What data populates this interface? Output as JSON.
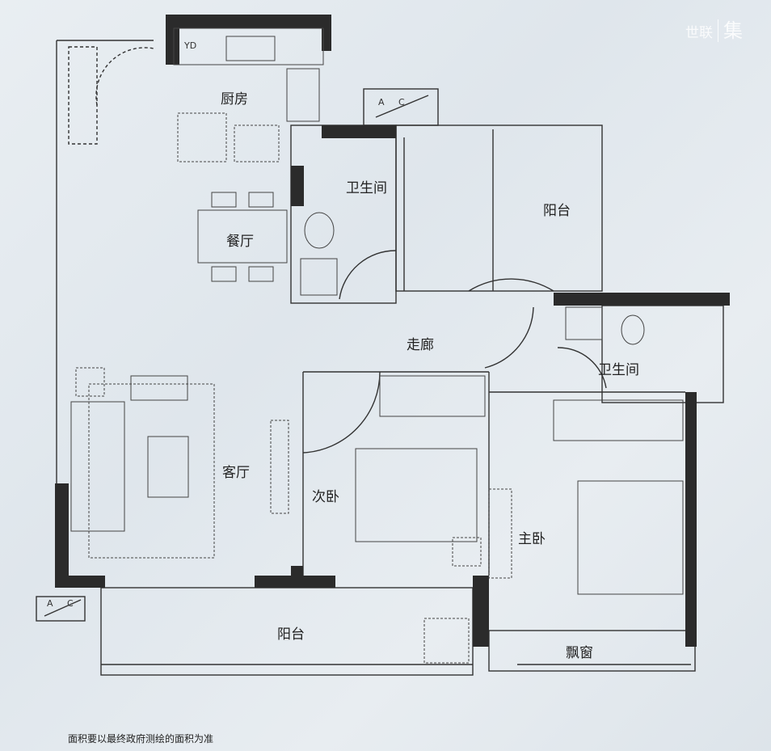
{
  "logo": {
    "brand": "世联",
    "mark": "集"
  },
  "rooms": {
    "kitchen": "厨房",
    "yd": "YD",
    "bath1": "卫生间",
    "balcony_top": "阳台",
    "dining": "餐厅",
    "corridor": "走廊",
    "bath2": "卫生间",
    "living": "客厅",
    "second_bedroom": "次卧",
    "master_bedroom": "主卧",
    "balcony_bottom": "阳台",
    "bay_window": "飘窗"
  },
  "ac_units": [
    {
      "a": "A",
      "c": "C"
    },
    {
      "a": "A",
      "c": "C"
    }
  ],
  "footer": "面积要以最终政府测绘的面积为准"
}
